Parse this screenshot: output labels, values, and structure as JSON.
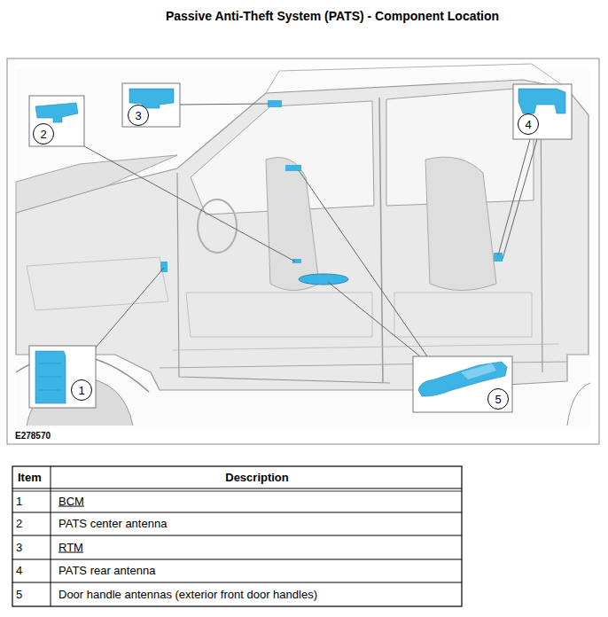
{
  "diagram": {
    "title": "Passive Anti-Theft System (PATS) - Component Location",
    "nodes": [
      {
        "text": [
          "2"
        ]
      },
      {
        "text": [
          "3"
        ]
      },
      {
        "text": [
          "4"
        ]
      },
      {
        "text": [
          "1"
        ]
      },
      {
        "text": [
          "5"
        ]
      }
    ],
    "labels": [
      "E278570",
      "Item",
      "Description",
      "1",
      "BCM",
      "2",
      "PATS center antenna",
      "3",
      "RTM",
      "4",
      "PATS rear antenna",
      "5",
      "Door handle antennas (exterior front door handles)"
    ]
  }
}
